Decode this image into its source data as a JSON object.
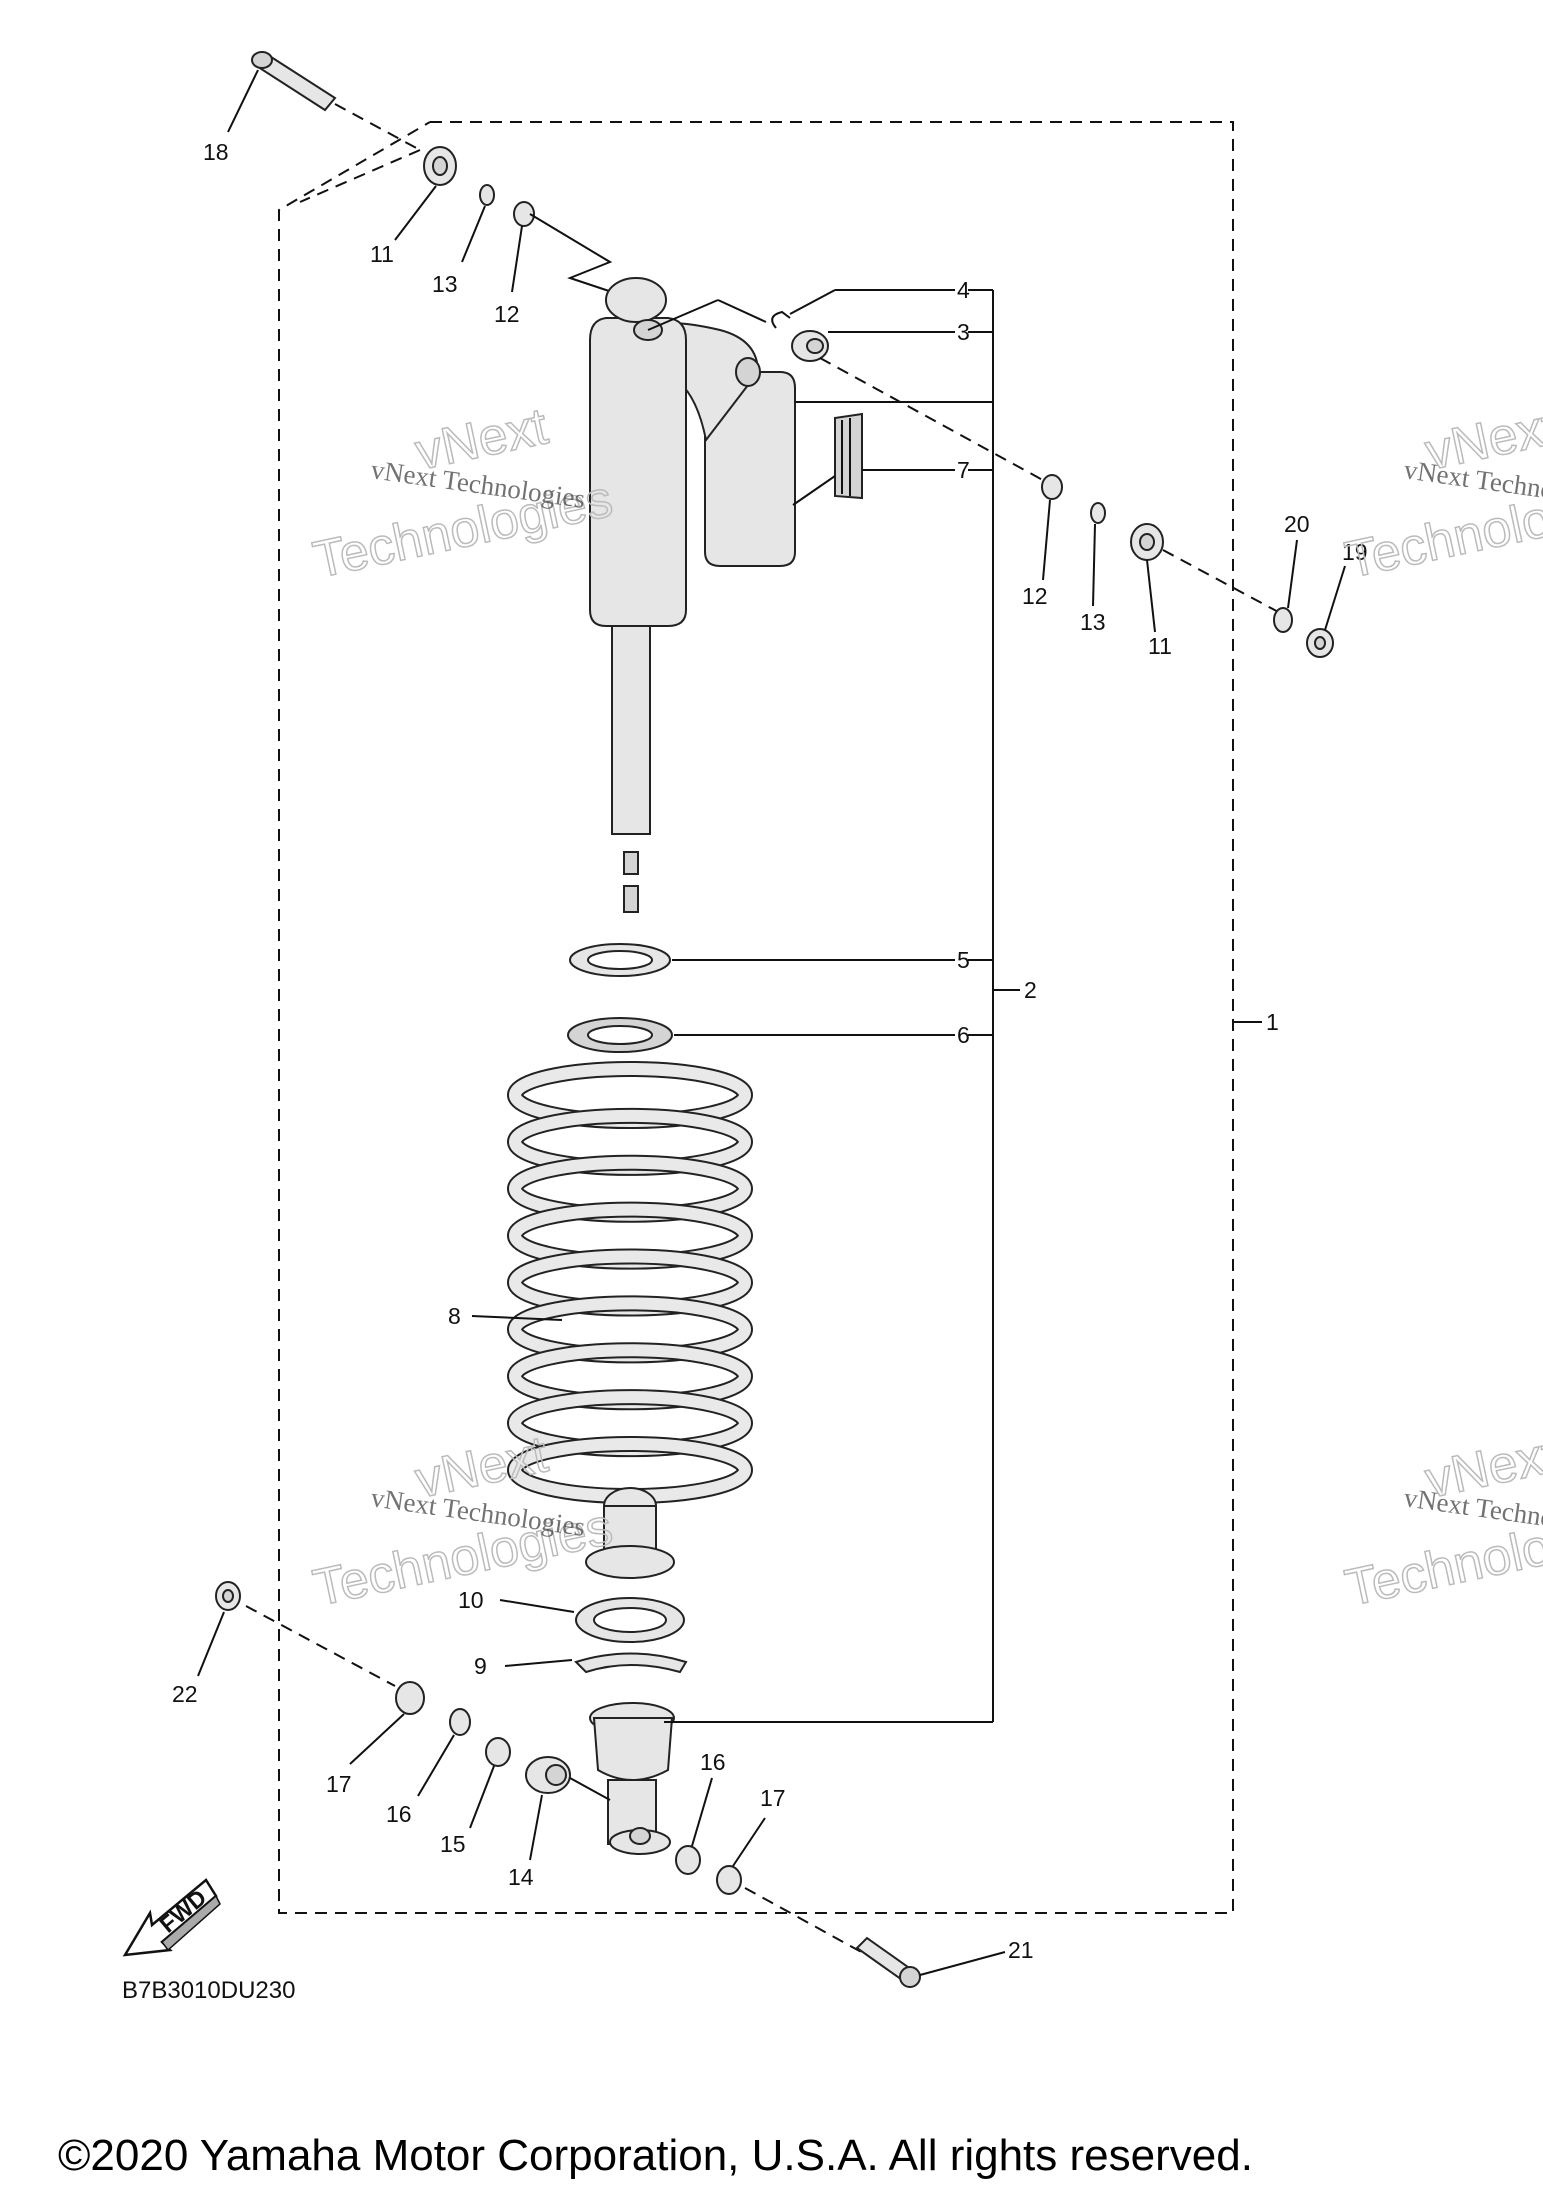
{
  "labels": {
    "l1": "1",
    "l2": "2",
    "l3": "3",
    "l4": "4",
    "l5": "5",
    "l6": "6",
    "l7": "7",
    "l8": "8",
    "l9": "9",
    "l10": "10",
    "l11a": "11",
    "l11b": "11",
    "l12a": "12",
    "l12b": "12",
    "l13a": "13",
    "l13b": "13",
    "l14": "14",
    "l15": "15",
    "l16a": "16",
    "l16b": "16",
    "l17a": "17",
    "l17b": "17",
    "l18": "18",
    "l19": "19",
    "l20": "20",
    "l21": "21",
    "l22": "22"
  },
  "fwd_label": "FWD",
  "diagram_code": "B7B3010DU230",
  "copyright": "©2020 Yamaha Motor Corporation, U.S.A. All rights reserved.",
  "watermark": {
    "line1": "vNext Technologies",
    "line2": "Technologies",
    "line3": "vNext"
  }
}
